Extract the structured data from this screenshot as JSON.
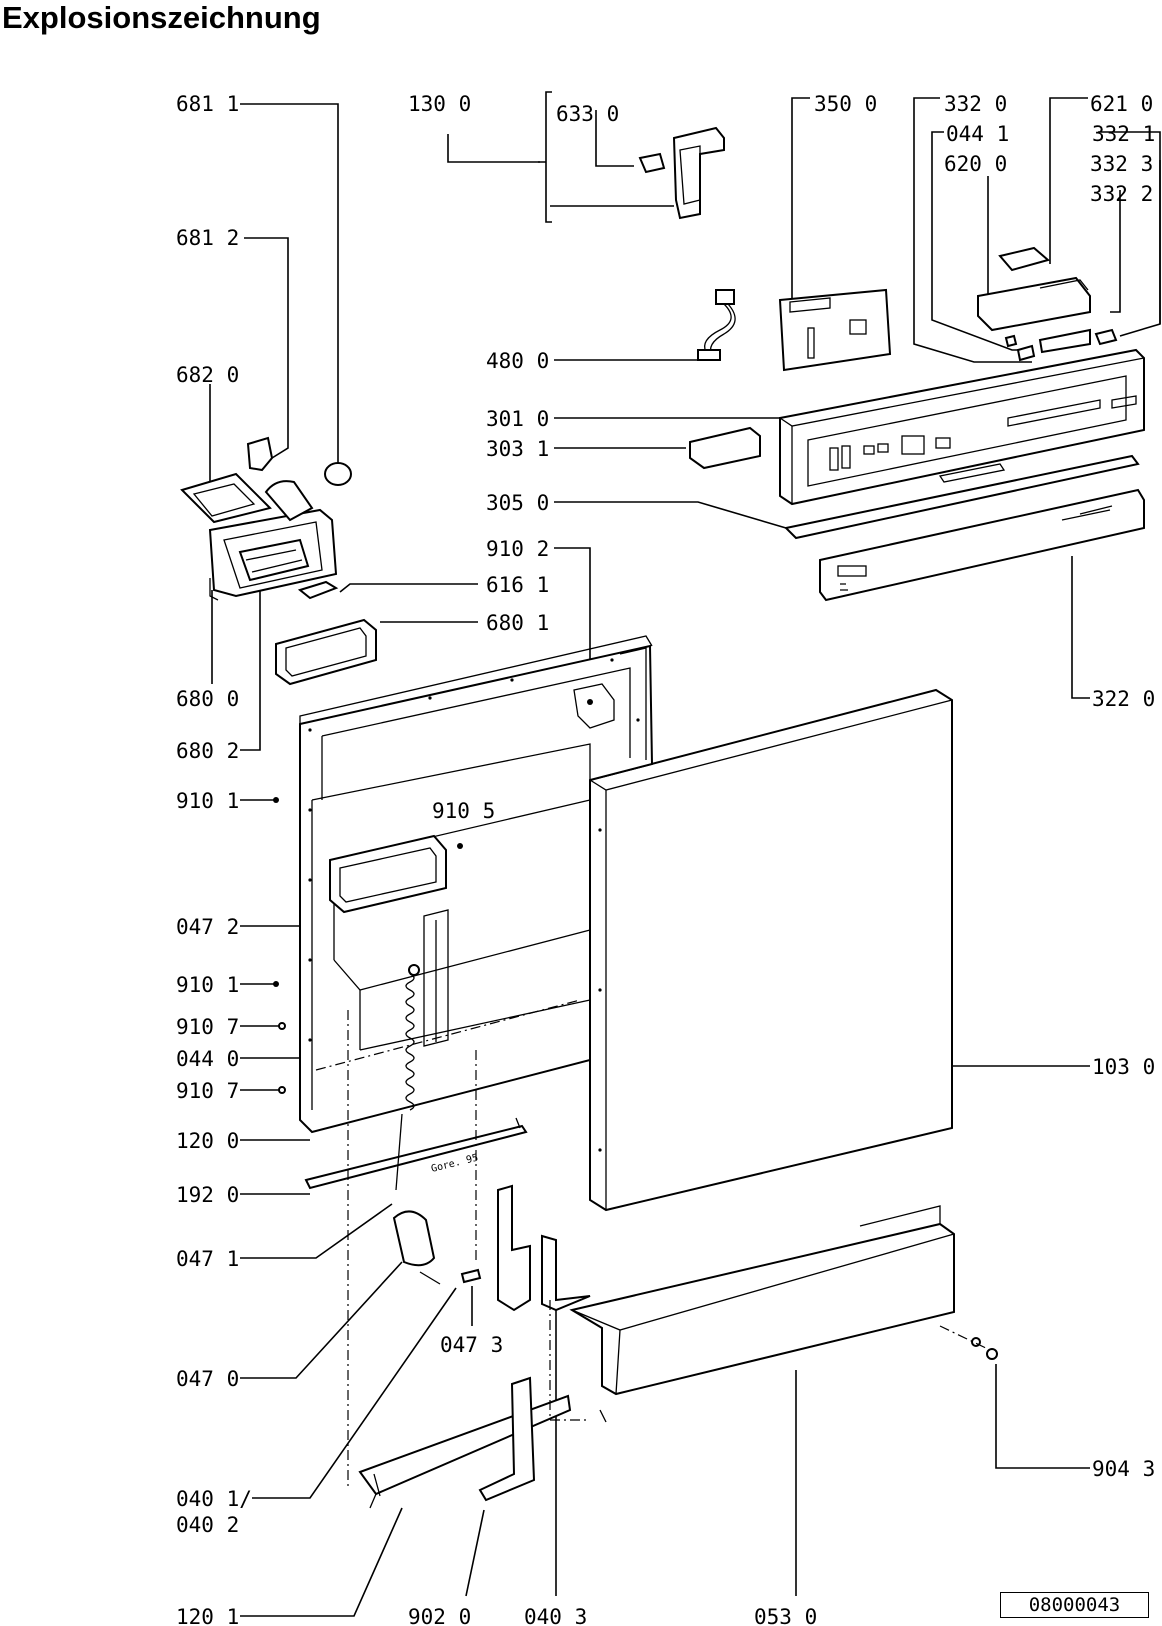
{
  "title": "Explosionszeichnung",
  "document_number": "08000043",
  "part_labels": {
    "p681_1": "681 1",
    "p130_0": "130 0",
    "p633_0": "633 0",
    "p350_0": "350 0",
    "p332_0": "332 0",
    "p621_0": "621 0",
    "p044_1": "044 1",
    "p332_1": "332 1",
    "p620_0": "620 0",
    "p332_3": "332 3",
    "p332_2": "332 2",
    "p681_2": "681 2",
    "p682_0": "682 0",
    "p480_0": "480 0",
    "p301_0": "301 0",
    "p303_1": "303 1",
    "p305_0": "305 0",
    "p910_2": "910 2",
    "p616_1": "616 1",
    "p680_1": "680 1",
    "p680_0": "680 0",
    "p322_0": "322 0",
    "p680_2": "680 2",
    "p910_1a": "910 1",
    "p910_5": "910 5",
    "p047_2": "047 2",
    "p910_1b": "910 1",
    "p910_7a": "910 7",
    "p044_0": "044 0",
    "p910_7b": "910 7",
    "p103_0": "103 0",
    "p120_0": "120 0",
    "p192_0": "192 0",
    "p047_1": "047 1",
    "p047_3": "047 3",
    "p047_0": "047 0",
    "p904_3": "904 3",
    "p040_1": "040 1/",
    "p040_2": "040 2",
    "p120_1": "120 1",
    "p902_0": "902 0",
    "p040_3": "040 3",
    "p053_0": "053 0"
  },
  "part_annotations": {
    "rail_marking": "Gore. 95"
  }
}
